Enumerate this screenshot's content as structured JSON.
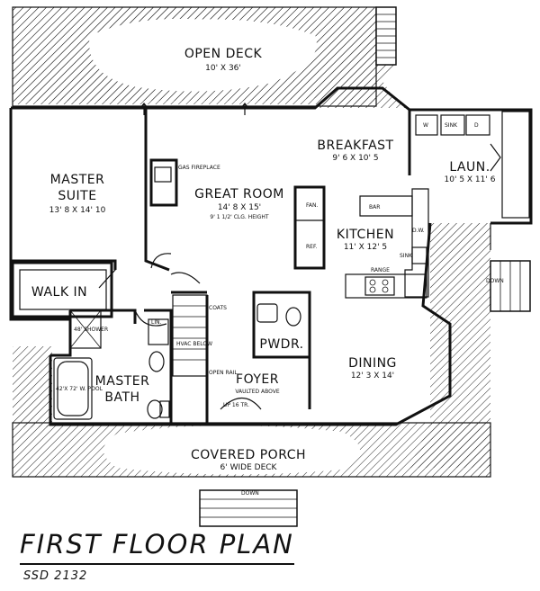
{
  "plan": {
    "title": "FIRST FLOOR PLAN",
    "code": "SSD 2132"
  },
  "rooms": {
    "open_deck": {
      "name": "OPEN DECK",
      "dims": "10' X 36'"
    },
    "breakfast": {
      "name": "BREAKFAST",
      "dims": "9' 6 X 10' 5"
    },
    "laundry": {
      "name": "LAUN.",
      "dims": "10' 5 X 11' 6"
    },
    "master_suite": {
      "name1": "MASTER",
      "name2": "SUITE",
      "dims": "13' 8 X 14' 10"
    },
    "great_room": {
      "name": "GREAT ROOM",
      "dims": "14' 8 X 15'",
      "ceiling": "9' 1 1/2' CLG. HEIGHT"
    },
    "kitchen": {
      "name": "KITCHEN",
      "dims": "11' X 12' 5"
    },
    "walk_in": {
      "name": "WALK IN"
    },
    "master_bath": {
      "name1": "MASTER",
      "name2": "BATH"
    },
    "powder": {
      "name": "PWDR."
    },
    "foyer": {
      "name": "FOYER",
      "note": "VAULTED ABOVE"
    },
    "dining": {
      "name": "DINING",
      "dims": "12' 3 X 14'"
    },
    "covered_porch": {
      "name": "COVERED PORCH",
      "dims": "6' WIDE DECK"
    }
  },
  "fixtures": {
    "gas_fireplace": "GAS FIREPLACE",
    "fan": "FAN.",
    "ref": "REF.",
    "bar": "BAR",
    "dw": "D.W.",
    "sink_kitchen": "SINK",
    "range": "RANGE",
    "washer": "W",
    "sink_laundry": "SINK",
    "dryer": "D",
    "linen": "LIN.",
    "coats": "COATS",
    "hvac": "HVAC BELOW",
    "open_rail": "OPEN RAIL",
    "stair_up": "UP 16 TR.",
    "shower": "48' SHOWER",
    "pool": "42'X 72' W. POOL",
    "down_front": "DOWN",
    "down_side": "DOWN"
  }
}
